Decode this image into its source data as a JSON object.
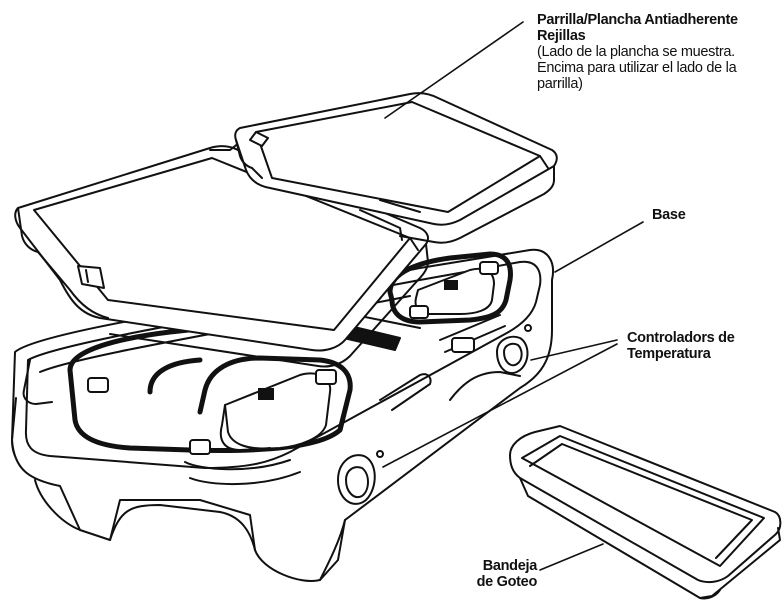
{
  "labels": {
    "plates": {
      "line1": "Parrilla/Plancha Antiadherente",
      "line2": "Rejillas",
      "line3": "(Lado de la plancha se muestra.",
      "line4": "Encima para utilizar el lado de la",
      "line5": "parrilla)"
    },
    "base": "Base",
    "controls": {
      "line1": "Controladors de",
      "line2": "Temperatura"
    },
    "drip_tray": {
      "line1": "Bandeja",
      "line2": "de Goteo"
    }
  },
  "colors": {
    "ink": "#111111",
    "background": "#ffffff"
  }
}
